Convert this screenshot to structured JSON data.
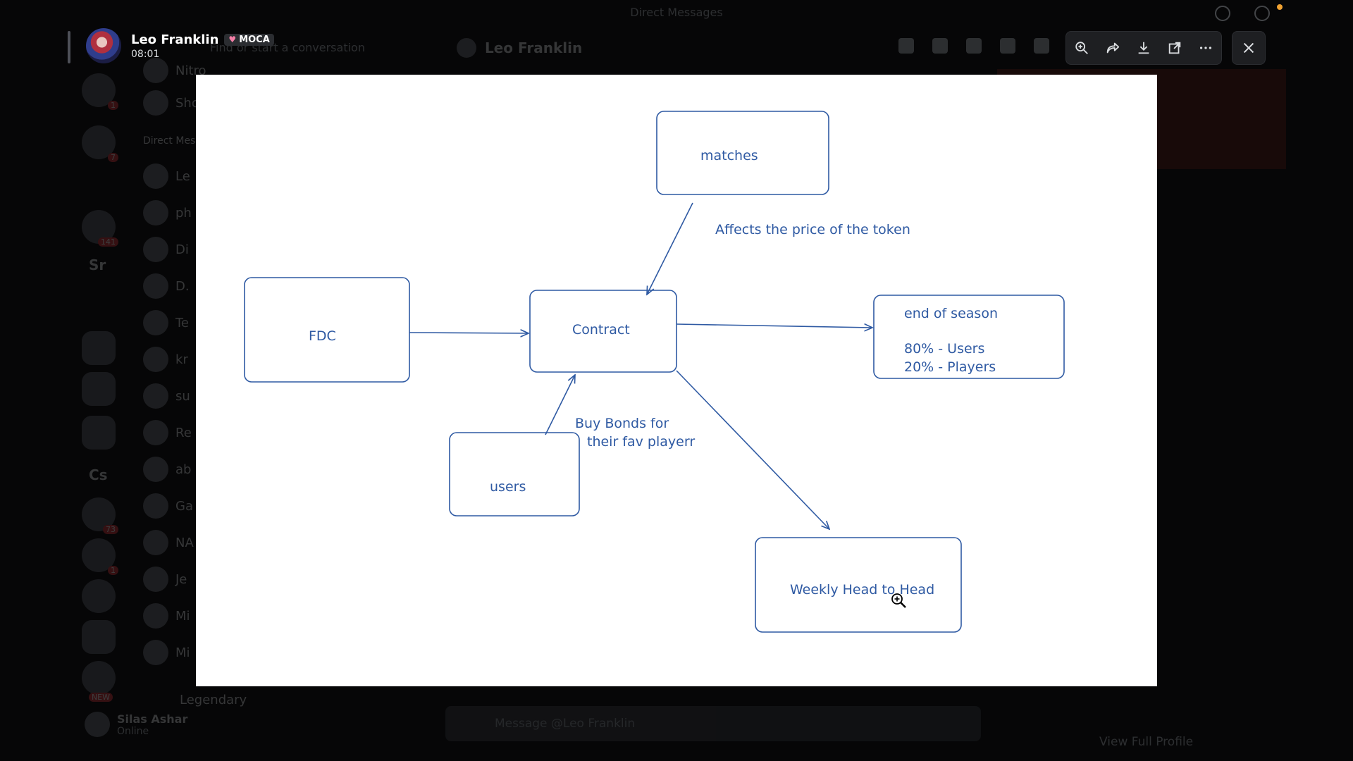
{
  "window": {
    "title": "Direct Messages"
  },
  "background": {
    "search_placeholder": "Find or start a conversation",
    "channel_header_name": "Leo Franklin",
    "server_labels": [
      "Sr",
      "Cs"
    ],
    "server_badges": [
      "1",
      "7",
      "141",
      "73",
      "1"
    ],
    "new_badge": "NEW",
    "dm_items": [
      {
        "name": "Nitro"
      },
      {
        "name": "Shop"
      },
      {
        "name": "Direct Messages"
      },
      {
        "name": "Le"
      },
      {
        "name": "ph"
      },
      {
        "name": "Di"
      },
      {
        "name": "D."
      },
      {
        "name": "Te"
      },
      {
        "name": "kr"
      },
      {
        "name": "su"
      },
      {
        "name": "Re"
      },
      {
        "name": "ab"
      },
      {
        "name": "Ga"
      },
      {
        "name": "NA"
      },
      {
        "name": "Je"
      },
      {
        "name": "Mi"
      },
      {
        "name": "Mi"
      }
    ],
    "legendary_label": "Legendary",
    "current_user": {
      "name": "Silas Ashar",
      "status": "Online"
    },
    "composer_placeholder": "Message @Leo Franklin",
    "view_full_profile": "View Full Profile"
  },
  "viewer": {
    "author_name": "Leo Franklin",
    "author_tag": "MOCA",
    "timestamp": "08:01",
    "toolbar_icons": [
      "zoom-in-icon",
      "share-arrow-icon",
      "download-icon",
      "open-external-icon",
      "more-icon"
    ],
    "close_icon": "close-icon"
  },
  "diagram": {
    "nodes": {
      "matches": "matches",
      "fdc": "FDC",
      "contract": "Contract",
      "end_of_season_title": "end of season",
      "end_of_season_users": "80% - Users",
      "end_of_season_players": "20% - Players",
      "users": "users",
      "weekly": "Weekly Head to Head"
    },
    "notes": {
      "affects_price": "Affects the price of the token",
      "buy_bonds_line1": "Buy Bonds for",
      "buy_bonds_line2": "their fav playerr"
    },
    "colors": {
      "stroke": "#2f5aa3",
      "text": "#2f5aa3",
      "background": "#ffffff"
    }
  }
}
